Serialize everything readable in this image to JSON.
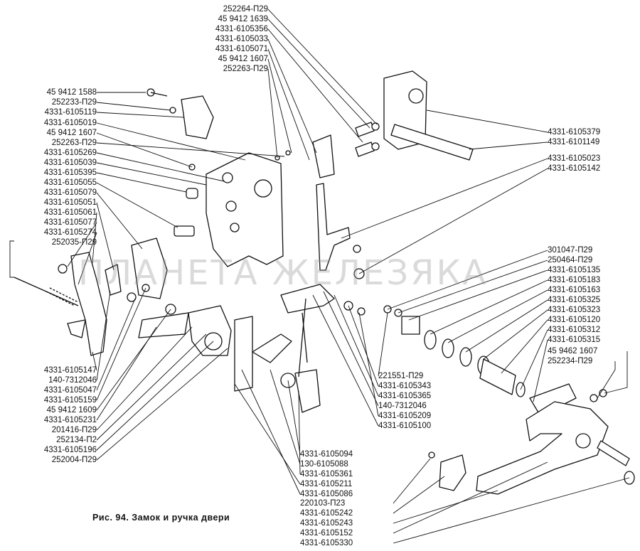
{
  "caption": "Рис. 94. Замок и ручка двери",
  "watermark": "ПЛАНЕТА ЖЕЛЕЗЯКА",
  "labels_top": [
    "252264-П29",
    "45 9412 1639",
    "4331-6105356",
    "4331-6105033",
    "4331-6105071",
    "45 9412 1607",
    "252263-П29"
  ],
  "labels_left": [
    "45 9412 1588",
    "252233-П29",
    "4331-6105119",
    "4331-6105019",
    "45 9412 1607",
    "252263-П29",
    "4331-6105269",
    "4331-6105039",
    "4331-6105395",
    "4331-6105055",
    "4331-6105079",
    "4331-6105051",
    "4331-6105061",
    "4331-6105077",
    "4331-6105274",
    "252035-П29"
  ],
  "labels_left_bottom": [
    "4331-6105147",
    "140-7312046",
    "4331-6105047",
    "4331-6105159",
    "45 9412 1609",
    "4331-6105231",
    "201416-П29",
    "252134-П2",
    "4331-6105196",
    "252004-П29"
  ],
  "labels_right_top": [
    "4331-6105379",
    "4331-6101149",
    "4331-6105023",
    "4331-6105142"
  ],
  "labels_right": [
    "301047-П29",
    "250464-П29",
    "4331-6105135",
    "4331-6105183",
    "4331-6105163",
    "4331-6105325",
    "4331-6105323",
    "4331-6105120",
    "4331-6105312",
    "4331-6105315",
    "45 9462 1607",
    "252234-П29"
  ],
  "labels_center_right": [
    "221551-П29",
    "4331-6105343",
    "4331-6105365",
    "140-7312046",
    "4331-6105209",
    "4331-6105100"
  ],
  "labels_center_bottom": [
    "4331-6105094",
    "130-6105088",
    "4331-6105361",
    "4331-6105211",
    "4331-6105086"
  ],
  "labels_bottom": [
    "220103-П23",
    "4331-6105242",
    "4331-6105243",
    "4331-6105152",
    "4331-6105330"
  ]
}
